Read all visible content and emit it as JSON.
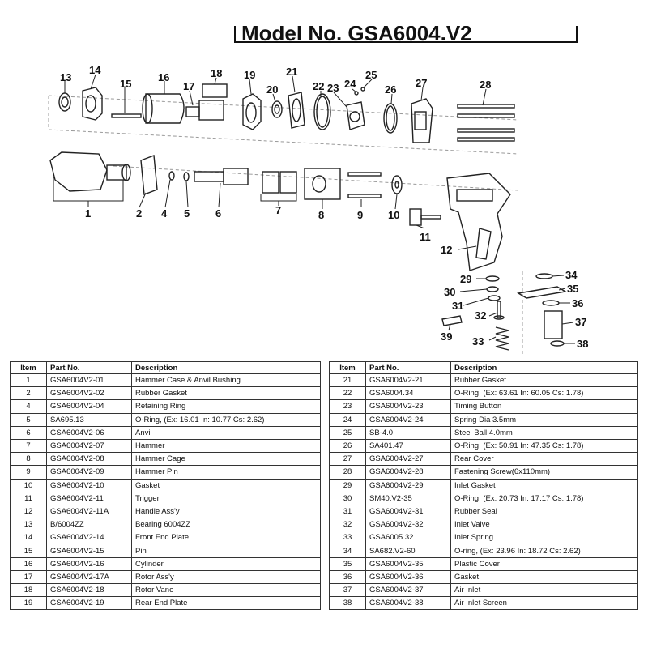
{
  "title": "Model No. GSA6004.V2",
  "callouts": [
    "13",
    "14",
    "15",
    "16",
    "17",
    "18",
    "19",
    "20",
    "21",
    "22",
    "23",
    "24",
    "25",
    "26",
    "27",
    "28",
    "1",
    "2",
    "4",
    "5",
    "6",
    "7",
    "8",
    "9",
    "10",
    "11",
    "12",
    "29",
    "30",
    "31",
    "32",
    "33",
    "34",
    "35",
    "36",
    "37",
    "38",
    "39"
  ],
  "table": {
    "headers": {
      "item": "Item",
      "part": "Part No.",
      "desc": "Description"
    },
    "left": [
      {
        "item": "1",
        "part": "GSA6004V2-01",
        "desc": "Hammer Case & Anvil Bushing"
      },
      {
        "item": "2",
        "part": "GSA6004V2-02",
        "desc": "Rubber Gasket"
      },
      {
        "item": "4",
        "part": "GSA6004V2-04",
        "desc": "Retaining Ring"
      },
      {
        "item": "5",
        "part": "SA695.13",
        "desc": "O-Ring, (Ex: 16.01 In: 10.77 Cs: 2.62)"
      },
      {
        "item": "6",
        "part": "GSA6004V2-06",
        "desc": "Anvil"
      },
      {
        "item": "7",
        "part": "GSA6004V2-07",
        "desc": "Hammer"
      },
      {
        "item": "8",
        "part": "GSA6004V2-08",
        "desc": "Hammer Cage"
      },
      {
        "item": "9",
        "part": "GSA6004V2-09",
        "desc": "Hammer Pin"
      },
      {
        "item": "10",
        "part": "GSA6004V2-10",
        "desc": "Gasket"
      },
      {
        "item": "11",
        "part": "GSA6004V2-11",
        "desc": "Trigger"
      },
      {
        "item": "12",
        "part": "GSA6004V2-11A",
        "desc": "Handle Ass'y"
      },
      {
        "item": "13",
        "part": "B/6004ZZ",
        "desc": "Bearing 6004ZZ"
      },
      {
        "item": "14",
        "part": "GSA6004V2-14",
        "desc": "Front End Plate"
      },
      {
        "item": "15",
        "part": "GSA6004V2-15",
        "desc": "Pin"
      },
      {
        "item": "16",
        "part": "GSA6004V2-16",
        "desc": "Cylinder"
      },
      {
        "item": "17",
        "part": "GSA6004V2-17A",
        "desc": "Rotor Ass'y"
      },
      {
        "item": "18",
        "part": "GSA6004V2-18",
        "desc": "Rotor Vane"
      },
      {
        "item": "19",
        "part": "GSA6004V2-19",
        "desc": "Rear End Plate"
      }
    ],
    "right": [
      {
        "item": "21",
        "part": "GSA6004V2-21",
        "desc": "Rubber Gasket"
      },
      {
        "item": "22",
        "part": "GSA6004.34",
        "desc": "O-Ring, (Ex: 63.61 In: 60.05 Cs: 1.78)"
      },
      {
        "item": "23",
        "part": "GSA6004V2-23",
        "desc": "Timing Button"
      },
      {
        "item": "24",
        "part": "GSA6004V2-24",
        "desc": "Spring Dia 3.5mm"
      },
      {
        "item": "25",
        "part": "SB-4.0",
        "desc": "Steel Ball 4.0mm"
      },
      {
        "item": "26",
        "part": "SA401.47",
        "desc": "O-Ring, (Ex: 50.91 In: 47.35 Cs: 1.78)"
      },
      {
        "item": "27",
        "part": "GSA6004V2-27",
        "desc": "Rear Cover"
      },
      {
        "item": "28",
        "part": "GSA6004V2-28",
        "desc": "Fastening Screw(6x110mm)"
      },
      {
        "item": "29",
        "part": "GSA6004V2-29",
        "desc": "Inlet Gasket"
      },
      {
        "item": "30",
        "part": "SM40.V2-35",
        "desc": "O-Ring, (Ex: 20.73 In: 17.17 Cs: 1.78)"
      },
      {
        "item": "31",
        "part": "GSA6004V2-31",
        "desc": "Rubber Seal"
      },
      {
        "item": "32",
        "part": "GSA6004V2-32",
        "desc": "Inlet Valve"
      },
      {
        "item": "33",
        "part": "GSA6005.32",
        "desc": "Inlet Spring"
      },
      {
        "item": "34",
        "part": "SA682.V2-60",
        "desc": "O-ring, (Ex: 23.96 In: 18.72 Cs: 2.62)"
      },
      {
        "item": "35",
        "part": "GSA6004V2-35",
        "desc": "Plastic Cover"
      },
      {
        "item": "36",
        "part": "GSA6004V2-36",
        "desc": "Gasket"
      },
      {
        "item": "37",
        "part": "GSA6004V2-37",
        "desc": "Air Inlet"
      },
      {
        "item": "38",
        "part": "GSA6004V2-38",
        "desc": "Air Inlet Screen"
      }
    ]
  }
}
